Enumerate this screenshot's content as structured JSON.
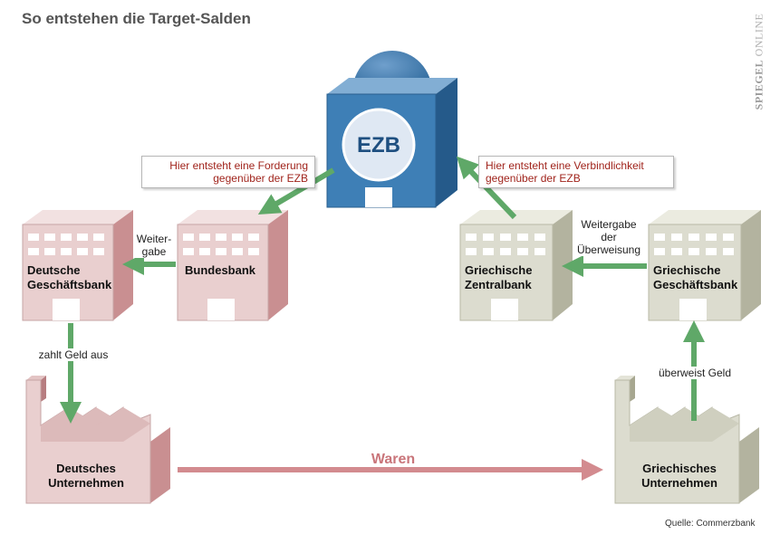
{
  "title": "So entstehen die Target-Salden",
  "brand": {
    "primary": "SPIEGEL",
    "secondary": "ONLINE"
  },
  "ezb": {
    "label": "EZB"
  },
  "callouts": {
    "forderung": "Hier entsteht eine Forderung gegenüber der EZB",
    "verbindlichkeit": "Hier entsteht eine Verbindlichkeit gegenüber der EZB"
  },
  "banks": {
    "deutsche_geschaeftsbank": "Deutsche Geschäftsbank",
    "bundesbank": "Bundesbank",
    "griechische_zentralbank": "Griechische Zentralbank",
    "griechische_geschaeftsbank": "Griechische Geschäftsbank"
  },
  "companies": {
    "deutsches": "Deutsches Unternehmen",
    "griechisches": "Griechisches Unternehmen"
  },
  "flows": {
    "weitergabe_left": "Weiter-gabe",
    "weitergabe_right": "Weitergabe der Überweisung",
    "zahlt_geld_aus": "zahlt Geld aus",
    "ueberweist_geld": "überweist Geld",
    "waren": "Waren"
  },
  "source": "Quelle: Commerzbank",
  "colors": {
    "german_front": "#e9cfcf",
    "german_side": "#c98f91",
    "greek_front": "#dcdccf",
    "greek_side": "#b3b39f",
    "ezb_front": "#3e7fb6",
    "ezb_side": "#255a8a",
    "arrow_green": "#5fa868",
    "waren_arrow": "#d38b8f",
    "callout_text": "#a0241c"
  }
}
